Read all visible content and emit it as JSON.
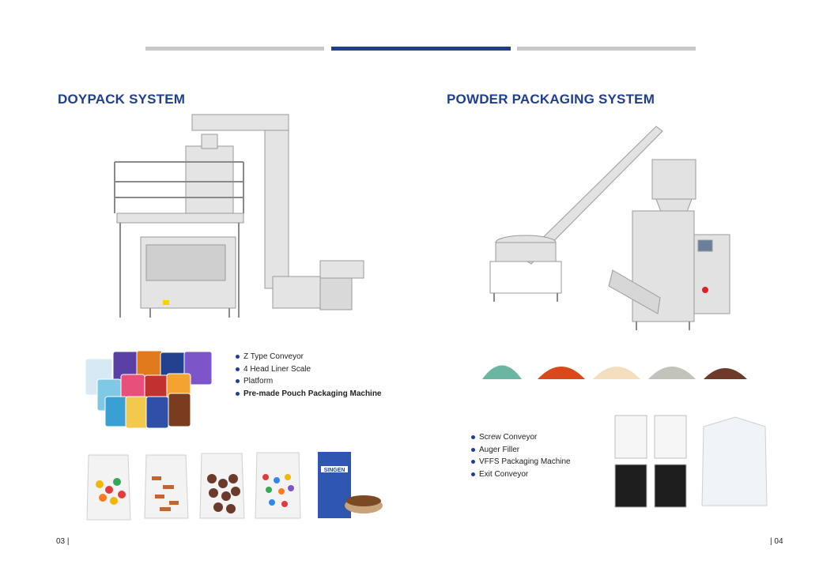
{
  "colors": {
    "accent": "#1f3e8f",
    "inactive": "#c8c8c8"
  },
  "progress": {
    "segments": 3,
    "active_index": 1
  },
  "left": {
    "title": "DOYPACK SYSTEM",
    "features": [
      "Z Type Conveyor",
      "4 Head Liner Scale",
      "Platform",
      "Pre-made Pouch Packaging Machine"
    ],
    "bold_feature_index": 3,
    "pouch_brand_label": "SINGEN"
  },
  "right": {
    "title": "POWDER PACKAGING SYSTEM",
    "features": [
      "Screw Conveyor",
      "Auger Filler",
      "VFFS Packaging Machine",
      "Exit Conveyor"
    ]
  },
  "footer": {
    "left_page": "03 |",
    "right_page": "| 04"
  }
}
